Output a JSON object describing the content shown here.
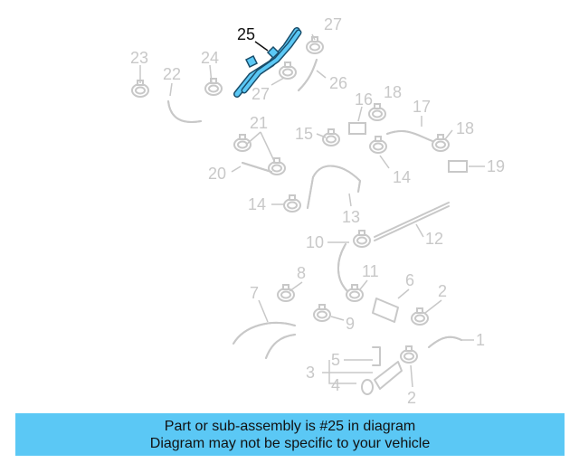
{
  "diagram": {
    "highlight_color": "#5bc8f5",
    "labels": [
      "25",
      "27",
      "23",
      "24",
      "22",
      "27",
      "26",
      "16",
      "18",
      "21",
      "17",
      "18",
      "15",
      "20",
      "14",
      "19",
      "14",
      "13",
      "12",
      "10",
      "8",
      "11",
      "6",
      "2",
      "7",
      "9",
      "1",
      "5",
      "3",
      "4",
      "2"
    ]
  },
  "banner": {
    "line1": "Part or sub-assembly is #25 in diagram",
    "line2": "Diagram may not be specific to your vehicle"
  }
}
